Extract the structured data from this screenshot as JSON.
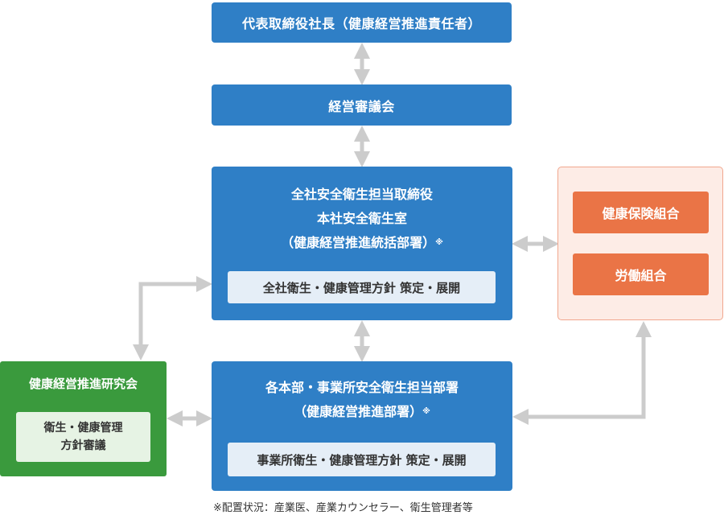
{
  "nodes": {
    "president": "代表取締役社長（健康経営推進責任者）",
    "council": "経営審議会",
    "central": {
      "line1": "全社安全衛生担当取締役",
      "line2": "本社安全衛生室",
      "line3": "（健康経営推進統括部署）",
      "mark": "※",
      "policy": "全社衛生・健康管理方針 策定・展開"
    },
    "division": {
      "line1": "各本部・事業所安全衛生担当部署",
      "line2": "（健康経営推進部署）",
      "mark": "※",
      "policy": "事業所衛生・健康管理方針 策定・展開"
    },
    "union_group": {
      "health_insurance": "健康保険組合",
      "labor_union": "労働組合"
    },
    "research": {
      "title": "健康経営推進研究会",
      "line1": "衛生・健康管理",
      "line2": "方針審議"
    }
  },
  "footnote": "※配置状況：産業医、産業カウンセラー、衛生管理者等",
  "colors": {
    "blue": "#2f7fc6",
    "light_blue_panel": "#e5eef7",
    "orange": "#ea7446",
    "orange_panel": "#fdece6",
    "green": "#3a9a3d",
    "green_panel": "#e6f3e4",
    "arrow": "#cccccc"
  }
}
